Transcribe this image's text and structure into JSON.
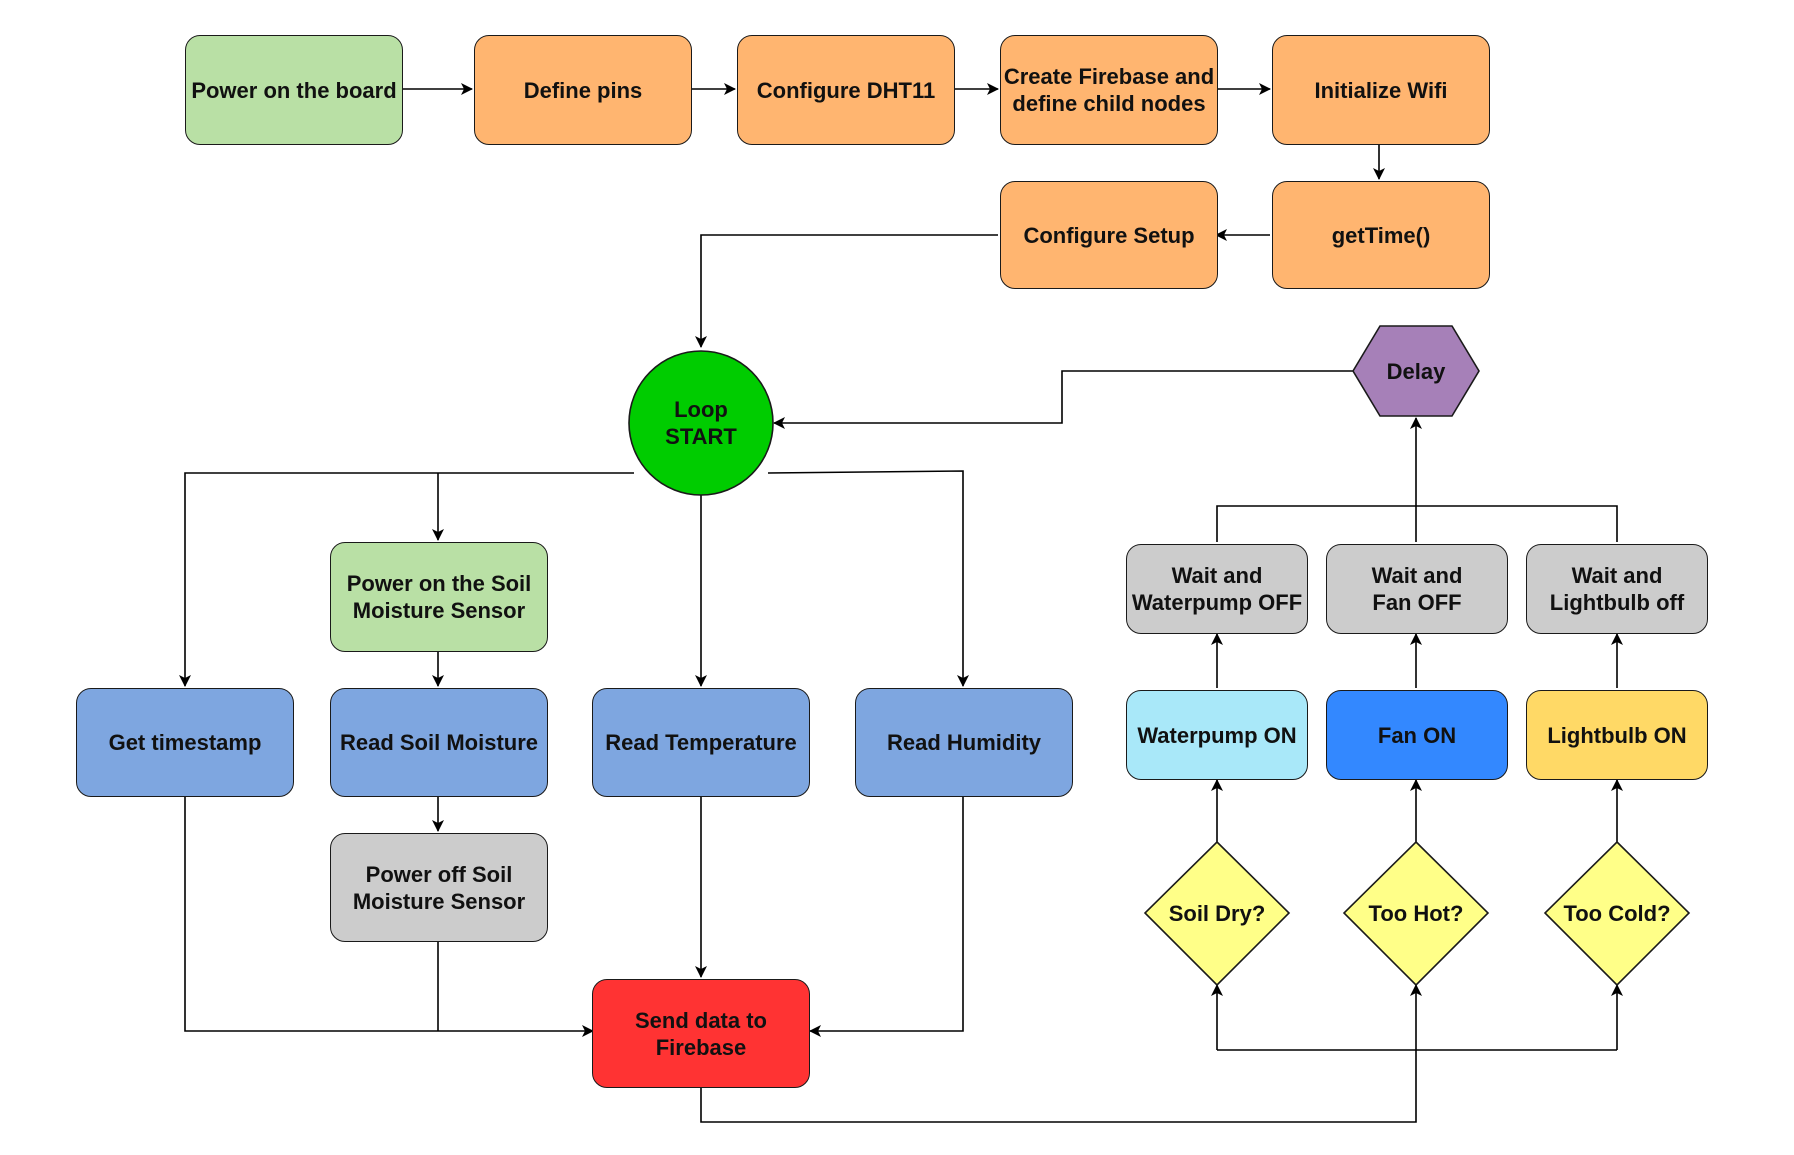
{
  "colors": {
    "green_light": "#b9e0a5",
    "orange": "#ffb570",
    "blue": "#7ea6e0",
    "grey": "#cccccc",
    "red": "#ff3333",
    "green": "#00cc00",
    "purple": "#a680b8",
    "yellow": "#ffff88",
    "cyan_light": "#a9e8f9",
    "blue_bright": "#3388ff",
    "gold": "#ffd966",
    "line": "#000000"
  },
  "nodes": {
    "power_board": "Power on the board",
    "define_pins": "Define pins",
    "configure_dht11": "Configure DHT11",
    "create_firebase": "Create Firebase and\ndefine child nodes",
    "initialize_wifi": "Initialize Wifi",
    "get_time": "getTime()",
    "configure_setup": "Configure Setup",
    "loop_start": "Loop\nSTART",
    "delay": "Delay",
    "get_timestamp": "Get timestamp",
    "power_on_soil": "Power on the Soil\nMoisture Sensor",
    "read_soil": "Read Soil Moisture",
    "power_off_soil": "Power off Soil\nMoisture Sensor",
    "read_temperature": "Read Temperature",
    "read_humidity": "Read Humidity",
    "send_data": "Send data to\nFirebase",
    "wait_waterpump": "Wait and\nWaterpump OFF",
    "wait_fan": "Wait and\nFan OFF",
    "wait_lightbulb": "Wait and\nLightbulb off",
    "waterpump_on": "Waterpump ON",
    "fan_on": "Fan ON",
    "lightbulb_on": "Lightbulb ON",
    "soil_dry": "Soil Dry?",
    "too_hot": "Too Hot?",
    "too_cold": "Too Cold?"
  }
}
